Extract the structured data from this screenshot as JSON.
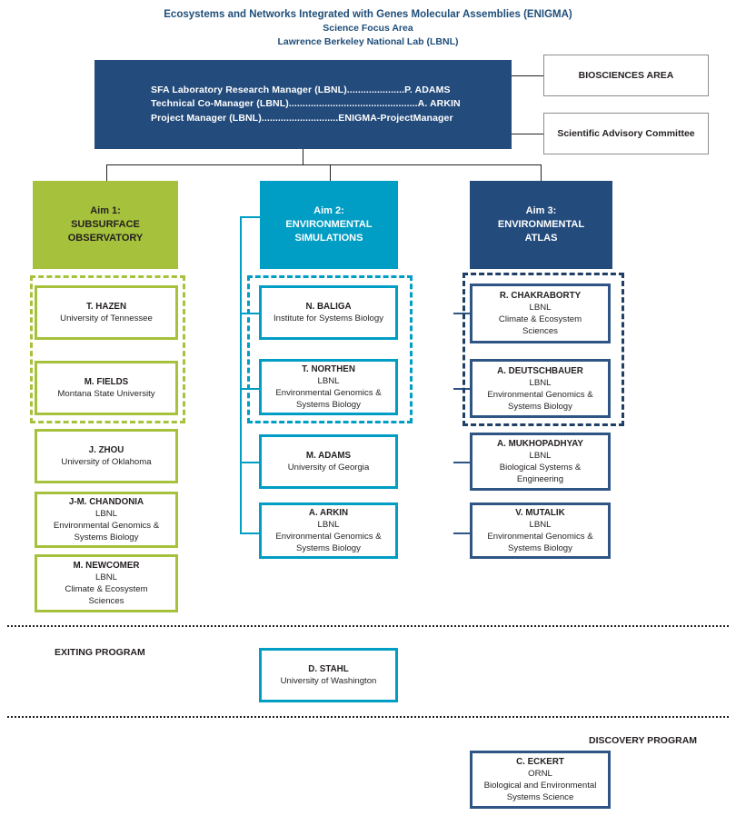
{
  "title": {
    "line1": "Ecosystems and Networks Integrated with Genes Molecular Assemblies (ENIGMA)",
    "line2": "Science Focus Area",
    "line3": "Lawrence Berkeley National Lab (LBNL)"
  },
  "leadership": {
    "lines": [
      "SFA Laboratory Research Manager (LBNL).....................P. ADAMS",
      "Technical Co-Manager (LBNL)...............................................A. ARKIN",
      "Project Manager (LBNL)............................ENIGMA-ProjectManager"
    ]
  },
  "side_boxes": [
    {
      "label": "BIOSCIENCES AREA"
    },
    {
      "label": "Scientific Advisory Committee"
    }
  ],
  "aims": [
    {
      "header_line1": "Aim 1:",
      "header_line2": "SUBSURFACE",
      "header_line3": "OBSERVATORY",
      "color": "#a6c23c",
      "members": [
        {
          "name": "T. HAZEN",
          "affiliation": [
            "University of Tennessee"
          ]
        },
        {
          "name": "M. FIELDS",
          "affiliation": [
            "Montana State University"
          ]
        },
        {
          "name": "J. ZHOU",
          "affiliation": [
            "University of Oklahoma"
          ]
        },
        {
          "name": "J-M. CHANDONIA",
          "affiliation": [
            "LBNL",
            "Environmental Genomics &",
            "Systems Biology"
          ]
        },
        {
          "name": "M. NEWCOMER",
          "affiliation": [
            "LBNL",
            "Climate & Ecosystem",
            "Sciences"
          ]
        }
      ]
    },
    {
      "header_line1": "Aim 2:",
      "header_line2": "ENVIRONMENTAL",
      "header_line3": "SIMULATIONS",
      "color": "#009dc4",
      "members": [
        {
          "name": "N. BALIGA",
          "affiliation": [
            "Institute for Systems Biology"
          ]
        },
        {
          "name": "T. NORTHEN",
          "affiliation": [
            "LBNL",
            "Environmental Genomics &",
            "Systems Biology"
          ]
        },
        {
          "name": "M. ADAMS",
          "affiliation": [
            "University of Georgia"
          ]
        },
        {
          "name": "A. ARKIN",
          "affiliation": [
            "LBNL",
            "Environmental Genomics &",
            "Systems Biology"
          ]
        }
      ]
    },
    {
      "header_line1": "Aim 3:",
      "header_line2": "ENVIRONMENTAL",
      "header_line3": "ATLAS",
      "color": "#234b7c",
      "members": [
        {
          "name": "R. CHAKRABORTY",
          "affiliation": [
            "LBNL",
            "Climate & Ecosystem",
            "Sciences"
          ]
        },
        {
          "name": "A. DEUTSCHBAUER",
          "affiliation": [
            "LBNL",
            "Environmental Genomics &",
            "Systems Biology"
          ]
        },
        {
          "name": "A. MUKHOPADHYAY",
          "affiliation": [
            "LBNL",
            "Biological Systems &",
            "Engineering"
          ]
        },
        {
          "name": "V. MUTALIK",
          "affiliation": [
            "LBNL",
            "Environmental Genomics &",
            "Systems Biology"
          ]
        }
      ]
    }
  ],
  "exiting_program": {
    "label": "EXITING PROGRAM",
    "member": {
      "name": "D. STAHL",
      "affiliation": [
        "University of Washington"
      ]
    }
  },
  "discovery_program": {
    "label": "DISCOVERY PROGRAM",
    "member": {
      "name": "C. ECKERT",
      "affiliation": [
        "ORNL",
        "Biological and Environmental",
        "Systems Science"
      ]
    }
  },
  "colors": {
    "aim1": "#a6c23c",
    "aim2": "#009dc4",
    "aim3": "#234b7c",
    "navy_text": "#1f4e79",
    "line": "#231f20"
  }
}
